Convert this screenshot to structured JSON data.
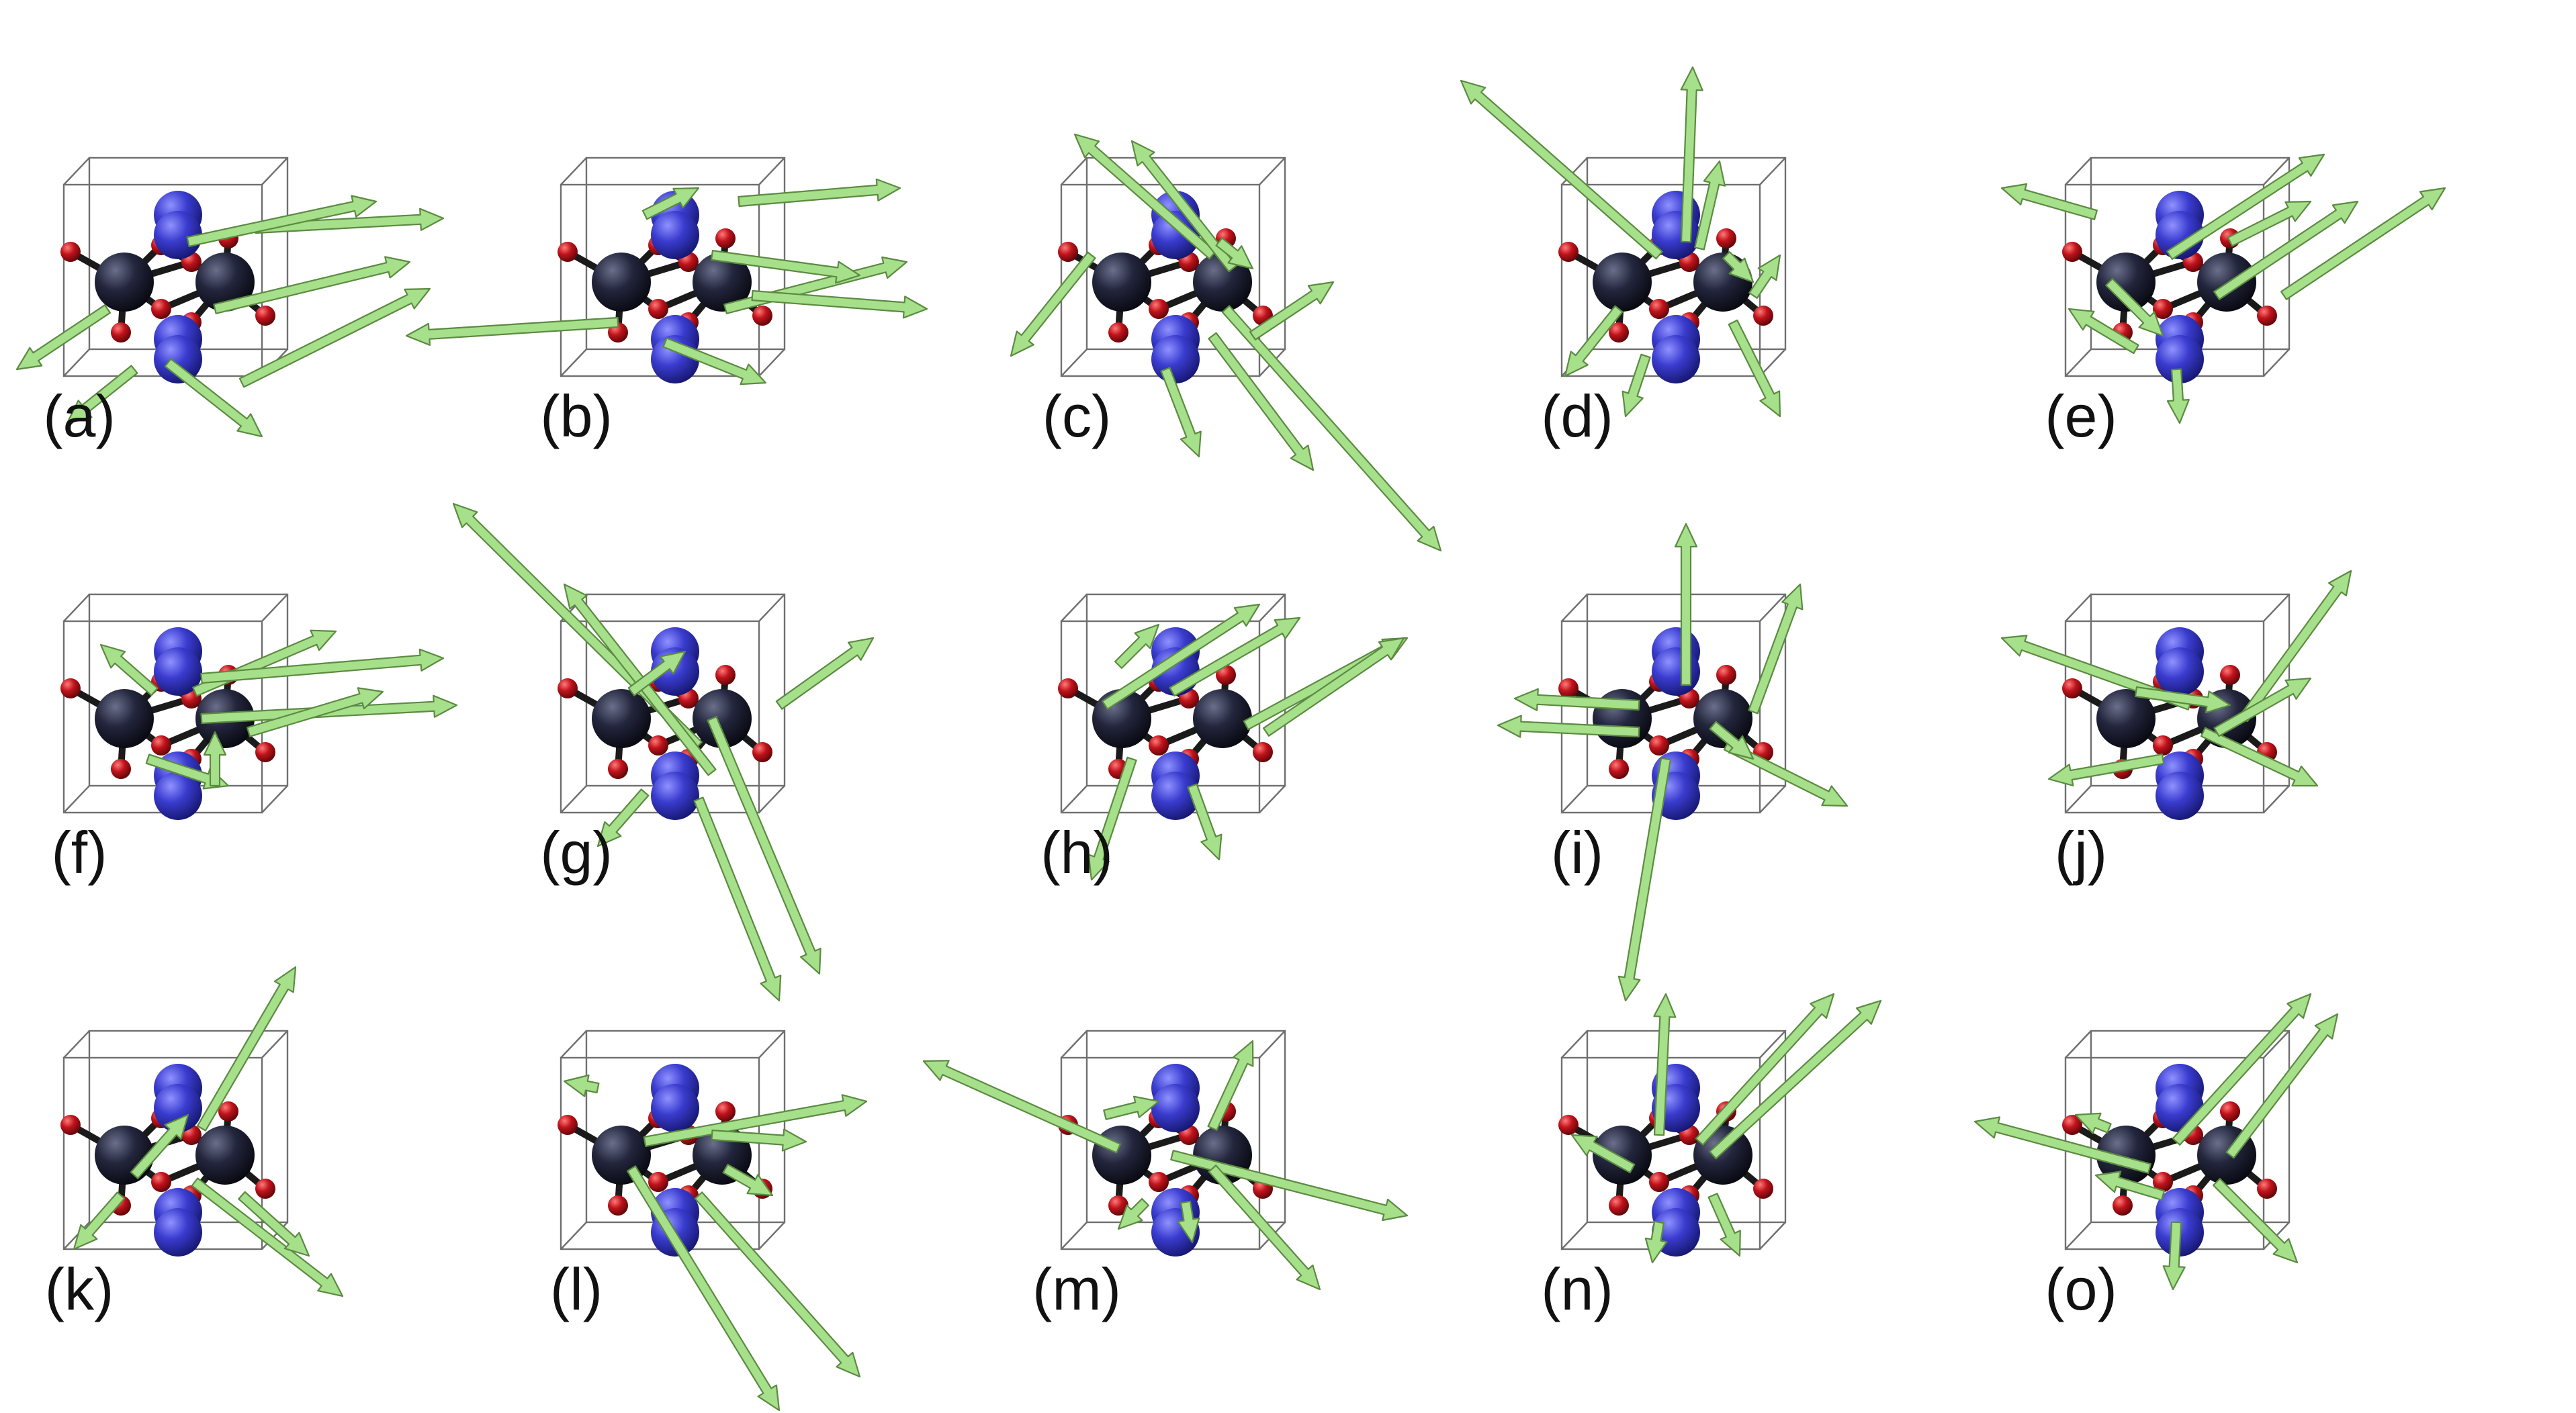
{
  "figure": {
    "panels": [
      {
        "label": "(a)"
      },
      {
        "label": "(b)"
      },
      {
        "label": "(c)"
      },
      {
        "label": "(d)"
      },
      {
        "label": "(e)"
      },
      {
        "label": "(f)"
      },
      {
        "label": "(g)"
      },
      {
        "label": "(h)"
      },
      {
        "label": "(i)"
      },
      {
        "label": "(j)"
      },
      {
        "label": "(k)"
      },
      {
        "label": "(l)"
      },
      {
        "label": "(m)"
      },
      {
        "label": "(n)"
      },
      {
        "label": "(o)"
      }
    ],
    "colors": {
      "background": "#ffffff",
      "cell_edge": "#6f6f6f",
      "dark_atom": "#16192e",
      "blue_atom": "#3436c8",
      "red_atom": "#c0131b",
      "arrow": "#a6e08a",
      "arrow_edge": "#5c8a42",
      "label": "#111111"
    }
  }
}
